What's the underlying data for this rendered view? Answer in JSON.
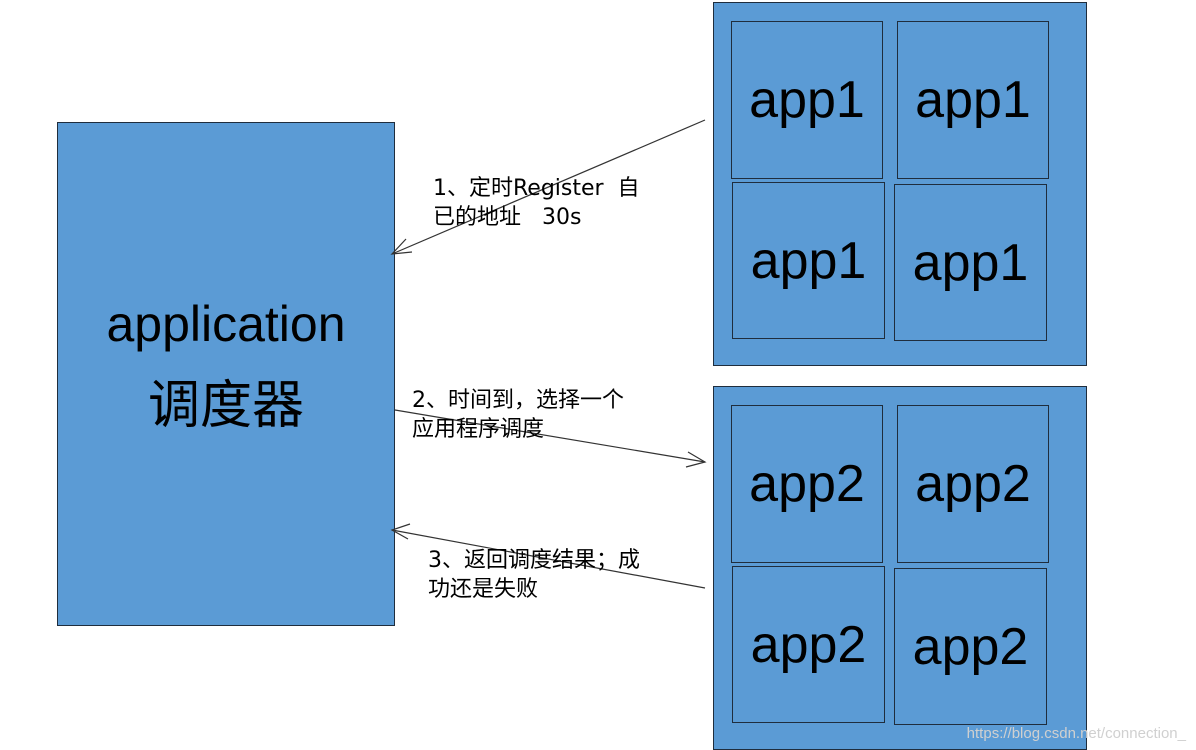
{
  "scheduler": {
    "title_line1": "application",
    "title_line2": "调度器"
  },
  "group1": {
    "apps": [
      "app1",
      "app1",
      "app1",
      "app1"
    ]
  },
  "group2": {
    "apps": [
      "app2",
      "app2",
      "app2",
      "app2"
    ]
  },
  "steps": [
    {
      "text": "1、定时Register  自\n已的地址   30s"
    },
    {
      "text": "2、时间到，选择一个\n应用程序调度"
    },
    {
      "text": "3、返回调度结果；成\n功还是失败"
    }
  ],
  "watermark": "https://blog.csdn.net/connection_",
  "colors": {
    "box_fill": "#5b9bd5",
    "box_border": "#1f2d3d",
    "arrow": "#333333"
  }
}
